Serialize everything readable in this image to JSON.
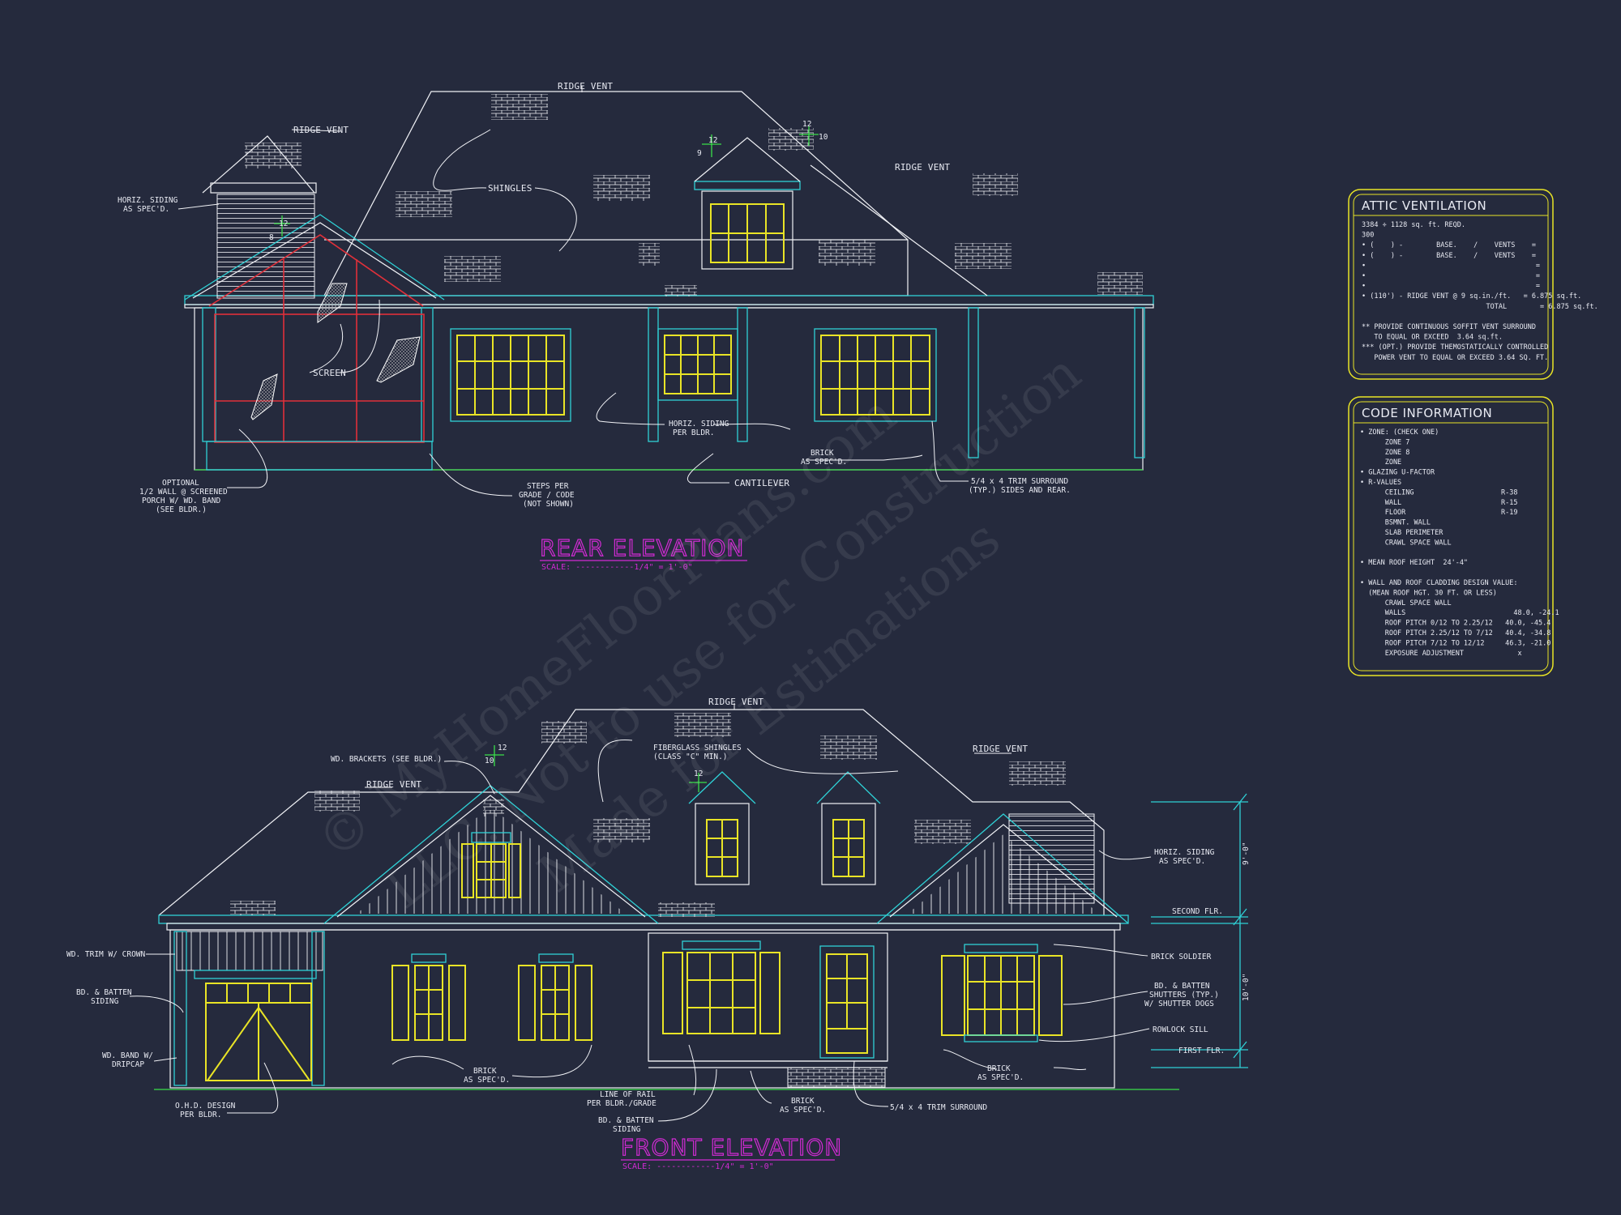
{
  "watermark": {
    "line1": "© MyHomeFloorPlans.com",
    "line2": "LLC. Not to use for Construction",
    "line3": "Made for Estimations"
  },
  "rear": {
    "title": "REAR ELEVATION",
    "scale": "SCALE: ------------1/4\" = 1'-0\"",
    "labels": {
      "ridge_vent_top": "RIDGE VENT",
      "ridge_vent_left": "RIDGE VENT",
      "ridge_vent_right": "RIDGE VENT",
      "horiz_siding_1": "HORIZ. SIDING",
      "horiz_siding_2": "AS SPEC'D.",
      "shingles": "SHINGLES",
      "screen": "SCREEN",
      "optional_1": "OPTIONAL",
      "optional_2": "1/2 WALL @ SCREENED",
      "optional_3": "PORCH W/ WD. BAND",
      "optional_4": "(SEE BLDR.)",
      "steps_1": "STEPS PER",
      "steps_2": "GRADE / CODE",
      "steps_3": "(NOT SHOWN)",
      "horiz_per_1": "HORIZ. SIDING",
      "horiz_per_2": "PER BLDR.",
      "brick_1": "BRICK",
      "brick_2": "AS SPEC'D.",
      "cantilever": "CANTILEVER",
      "trim_1": "5/4 x 4 TRIM SURROUND",
      "trim_2": "(TYP.) SIDES AND REAR.",
      "pitch_12a": "12",
      "pitch_8": "8",
      "pitch_12b": "12",
      "pitch_9": "9",
      "pitch_12c": "12",
      "pitch_10": "10"
    }
  },
  "front": {
    "title": "FRONT ELEVATION",
    "scale": "SCALE: ------------1/4\" = 1'-0\"",
    "labels": {
      "ridge_vent_top": "RIDGE VENT",
      "ridge_vent_left": "RIDGE VENT",
      "ridge_vent_right": "RIDGE VENT",
      "brackets": "WD. BRACKETS (SEE BLDR.)",
      "fiberglass_1": "FIBERGLASS SHINGLES",
      "fiberglass_2": "(CLASS \"C\" MIN.)",
      "horiz_1": "HORIZ. SIDING",
      "horiz_2": "AS SPEC'D.",
      "second_flr": "SECOND FLR.",
      "first_flr": "FIRST FLR.",
      "brick_soldier": "BRICK SOLDIER",
      "shutters_1": "BD. & BATTEN",
      "shutters_2": "SHUTTERS (TYP.)",
      "shutters_3": "W/ SHUTTER DOGS",
      "rowlock": "ROWLOCK SILL",
      "brick_r_1": "BRICK",
      "brick_r_2": "AS SPEC'D.",
      "wd_trim": "WD. TRIM W/ CROWN",
      "bd_batten_1": "BD. & BATTEN",
      "bd_batten_2": "SIDING",
      "wd_band_1": "WD. BAND W/",
      "wd_band_2": "DRIPCAP",
      "ohd_1": "O.H.D. DESIGN",
      "ohd_2": "PER BLDR.",
      "brick_l_1": "BRICK",
      "brick_l_2": "AS SPEC'D.",
      "rail_1": "LINE OF RAIL",
      "rail_2": "PER BLDR./GRADE",
      "bdb_1": "BD. & BATTEN",
      "bdb_2": "SIDING",
      "brick_m_1": "BRICK",
      "brick_m_2": "AS SPEC'D.",
      "trim": "5/4 x 4 TRIM SURROUND",
      "dim_upper": "9'-0\"",
      "dim_lower": "10'-0\"",
      "pitch_12a": "12",
      "pitch_10": "10",
      "pitch_12b": "12"
    }
  },
  "attic": {
    "title": "ATTIC VENTILATION",
    "lines": [
      "3384 ÷ 1128 sq. ft. REQD.",
      "300",
      "• (    ) -        BASE.    /    VENTS    =",
      "• (    ) -        BASE.    /    VENTS    =",
      "•                                         =",
      "•                                         =",
      "•                                         =",
      "• (110') - RIDGE VENT @ 9 sq.in./ft.   = 6.875 sq.ft.",
      "                              TOTAL        = 6.875 sq.ft.",
      "",
      "** PROVIDE CONTINUOUS SOFFIT VENT SURROUND",
      "   TO EQUAL OR EXCEED  3.64 sq.ft.",
      "*** (OPT.) PROVIDE THEMOSTATICALLY CONTROLLED",
      "   POWER VENT TO EQUAL OR EXCEED 3.64 SQ. FT."
    ]
  },
  "code": {
    "title": "CODE INFORMATION",
    "lines": [
      "• ZONE: (CHECK ONE)",
      "      ZONE 7",
      "      ZONE 8",
      "      ZONE",
      "• GLAZING U-FACTOR",
      "• R-VALUES",
      "      CEILING                     R-38",
      "      WALL                        R-15",
      "      FLOOR                       R-19",
      "      BSMNT. WALL",
      "      SLAB PERIMETER",
      "      CRAWL SPACE WALL",
      "",
      "• MEAN ROOF HEIGHT  24'-4\"",
      "",
      "• WALL AND ROOF CLADDING DESIGN VALUE:",
      "  (MEAN ROOF HGT. 30 FT. OR LESS)",
      "      CRAWL SPACE WALL",
      "      WALLS                          48.0, -24.1",
      "      ROOF PITCH 0/12 TO 2.25/12   40.0, -45.4",
      "      ROOF PITCH 2.25/12 TO 7/12   40.4, -34.8",
      "      ROOF PITCH 7/12 TO 12/12     46.3, -21.0",
      "      EXPOSURE ADJUSTMENT             x"
    ]
  }
}
